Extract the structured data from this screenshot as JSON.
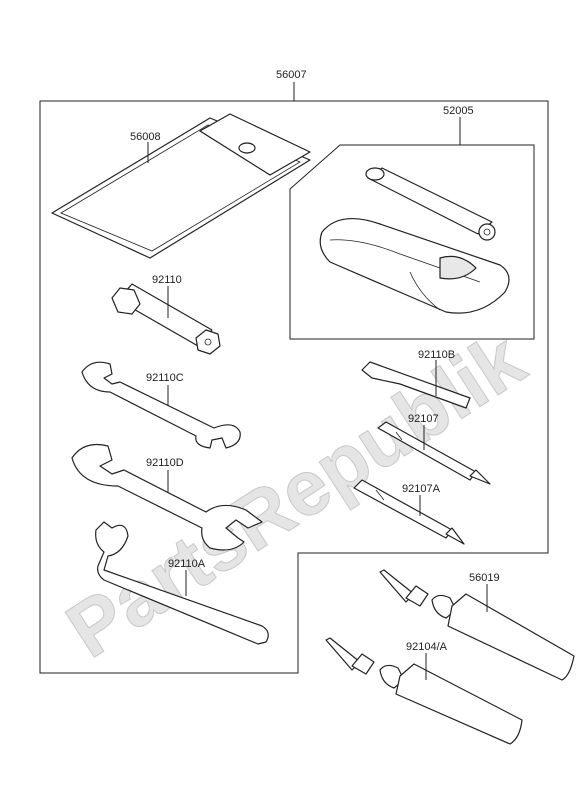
{
  "labels": {
    "main_kit": "56007",
    "pouch": "56008",
    "tool_bag": "52005",
    "spark_plug_wrench": "92110",
    "wrench_c": "92110C",
    "wrench_d": "92110D",
    "wrench_a": "92110A",
    "hex_wrench": "92110B",
    "screwdriver": "92107",
    "screwdriver_a": "92107A",
    "grease_tube_1": "56019",
    "grease_tube_2": "92104/A"
  },
  "watermark": "PartsRepublik"
}
